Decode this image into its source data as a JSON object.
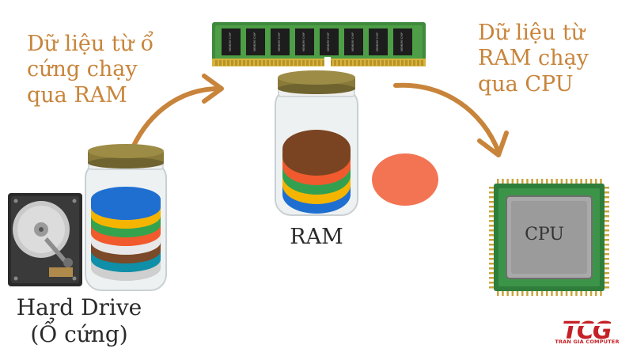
{
  "captions": {
    "hdd_to_ram": [
      "Dữ liệu từ ổ",
      "cứng chạy",
      "qua RAM"
    ],
    "ram_to_cpu": [
      "Dữ liệu từ",
      "RAM chạy",
      "qua CPU"
    ]
  },
  "labels": {
    "ram": "RAM",
    "hard_drive": [
      "Hard Drive",
      "(Ổ cứng)"
    ],
    "cpu": "CPU"
  },
  "ram_chip_labels": [
    "MEMORY CHIP",
    "MEMORY CHIP",
    "MEMORY CHIP",
    "MEMORY CHIP",
    "MEMORY CHIP",
    "MEMORY CHIP",
    "MEMORY CHIP",
    "MEMORY CHIP"
  ],
  "hdd_jar_discs": [
    "#1f6fd1",
    "#f4b400",
    "#35a34e",
    "#f15a2c",
    "#e8e8e8",
    "#7b4a2a",
    "#0f8fa8",
    "#cfcfcf"
  ],
  "ram_jar_discs": [
    "#7a4422",
    "#f05a2e",
    "#33a050",
    "#f4b400",
    "#1f6fd1"
  ],
  "loose_disc_color": "#f37453",
  "colors": {
    "accent_orange": "#c8843a",
    "jar_lid": "#8a7a3a",
    "ram_board": "#3f8a3c",
    "cpu_board": "#2e7d3a"
  },
  "brand": {
    "logo": "TCG",
    "name": "TRAN GIA COMPUTER",
    "color": "#c42126"
  }
}
